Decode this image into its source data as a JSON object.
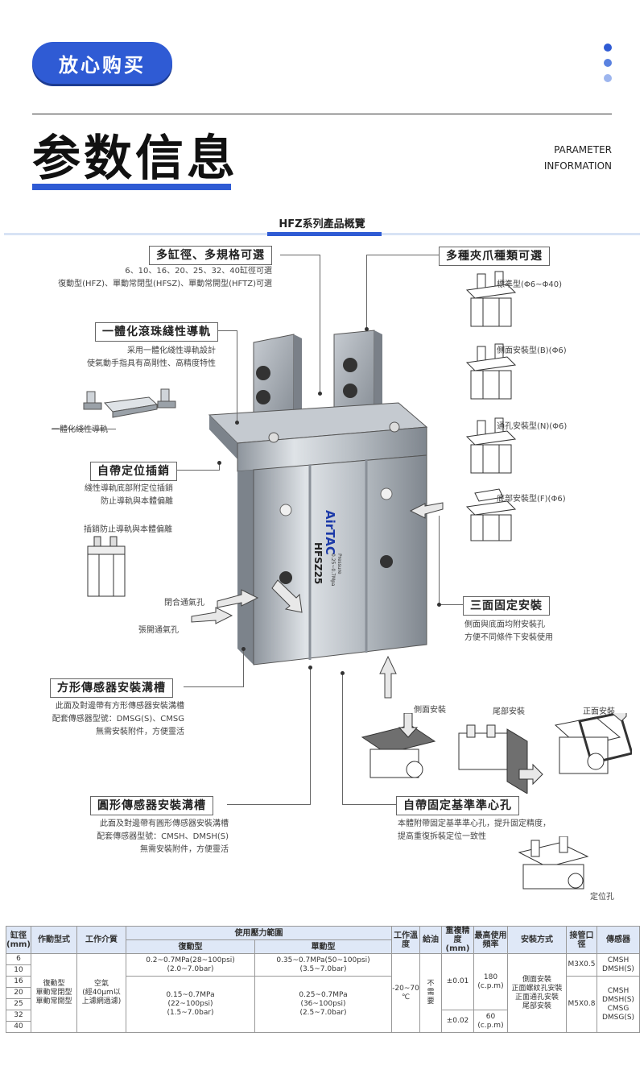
{
  "header": {
    "pill_label": "放心购买",
    "dot_colors": [
      "#2f5bd4",
      "#5a82e0",
      "#9db5ee"
    ],
    "title": "参数信息",
    "param_en_1": "PARAMETER",
    "param_en_2": "INFORMATION"
  },
  "section": {
    "title": "HFZ系列產品概覽"
  },
  "callouts": {
    "multi_bore": {
      "title": "多缸徑、多規格可選",
      "line1": "6、10、16、20、25、32、40缸徑可選",
      "line2": "復動型(HFZ)、單動常閉型(HFSZ)、單動常開型(HFTZ)可選"
    },
    "jaws": {
      "title": "多種夾爪種類可選",
      "std": "標準型(Φ6~Φ40)",
      "side": "側面安裝型(B)(Φ6)",
      "through": "通孔安裝型(N)(Φ6)",
      "bottom": "底部安裝型(F)(Φ6)"
    },
    "guide": {
      "title": "一體化滾珠綫性導軌",
      "line1": "采用一體化綫性導軌設計",
      "line2": "使氣動手指具有高剛性、高精度特性",
      "part_label": "一體化綫性導軌"
    },
    "pin": {
      "title": "自帶定位插銷",
      "line1": "綫性導軌底部附定位插銷",
      "line2": "防止導軌與本體偏離",
      "part_label": "插銷防止導軌與本體偏離"
    },
    "ports": {
      "close": "閉合通氣孔",
      "open": "張開通氣孔"
    },
    "three_face": {
      "title": "三面固定安裝",
      "line1": "側面與底面均附安裝孔",
      "line2": "方便不同條件下安裝使用"
    },
    "square_sensor": {
      "title": "方形傳感器安裝溝槽",
      "line1": "此面及對邊帶有方形傳感器安裝溝槽",
      "line2": "配套傳感器型號：DMSG(S)、CMSG",
      "line3": "無需安裝附件，方便靈活"
    },
    "mount_labels": {
      "side": "側面安裝",
      "tail": "尾部安裝",
      "front": "正面安裝"
    },
    "round_sensor": {
      "title": "圓形傳感器安裝溝槽",
      "line1": "此面及對邊帶有圓形傳感器安裝溝槽",
      "line2": "配套傳感器型號：CMSH、DMSH(S)",
      "line3": "無需安裝附件，方便靈活"
    },
    "center_hole": {
      "title": "自帶固定基準準心孔",
      "line1": "本體附帶固定基準準心孔，提升固定精度，",
      "line2": "提高重復拆裝定位一致性",
      "part_label": "定位孔"
    }
  },
  "product": {
    "brand": "AirTAC",
    "model": "HFSZ25",
    "pressure": "Pressure",
    "pressure_range": "0.25~0.7Mpa"
  },
  "spec_table": {
    "headers": {
      "bore": "缸徑(mm)",
      "type": "作動型式",
      "medium": "工作介質",
      "pressure": "使用壓力範圍",
      "double": "復動型",
      "single": "單動型",
      "temp": "工作溫度",
      "lube": "給油",
      "repeat": "重複精度(mm)",
      "freq": "最高使用頻率",
      "mount": "安裝方式",
      "port": "接管口徑",
      "sensor": "傳感器"
    },
    "bores": [
      "6",
      "10",
      "16",
      "20",
      "25",
      "32",
      "40"
    ],
    "type_lines": [
      "復動型",
      "單動常閉型",
      "單動常開型"
    ],
    "medium_lines": [
      "空氣",
      "(經40μm以",
      "上濾網過濾)"
    ],
    "double_small": "0.2~0.7MPa(28~100psi)(2.0~7.0bar)",
    "single_small": "0.35~0.7MPa(50~100psi)(3.5~7.0bar)",
    "double_large": [
      "0.15~0.7MPa",
      "(22~100psi)",
      "(1.5~7.0bar)"
    ],
    "single_large": [
      "0.25~0.7MPa",
      "(36~100psi)",
      "(2.5~7.0bar)"
    ],
    "temp": [
      "-20~70",
      "℃"
    ],
    "lube": [
      "不",
      "需",
      "要"
    ],
    "repeat_small": "±0.01",
    "repeat_large": "±0.02",
    "freq_small": [
      "180",
      "(c.p.m)"
    ],
    "freq_large": [
      "60",
      "(c.p.m)"
    ],
    "mount_lines": [
      "側面安裝",
      "正面螺紋孔安裝",
      "正面通孔安裝",
      "尾部安裝"
    ],
    "port_small": "M3X0.5",
    "port_large": "M5X0.8",
    "sensor_small": [
      "CMSH",
      "DMSH(S)"
    ],
    "sensor_large": [
      "CMSH",
      "DMSH(S)",
      "CMSG",
      "DMSG(S)"
    ]
  }
}
